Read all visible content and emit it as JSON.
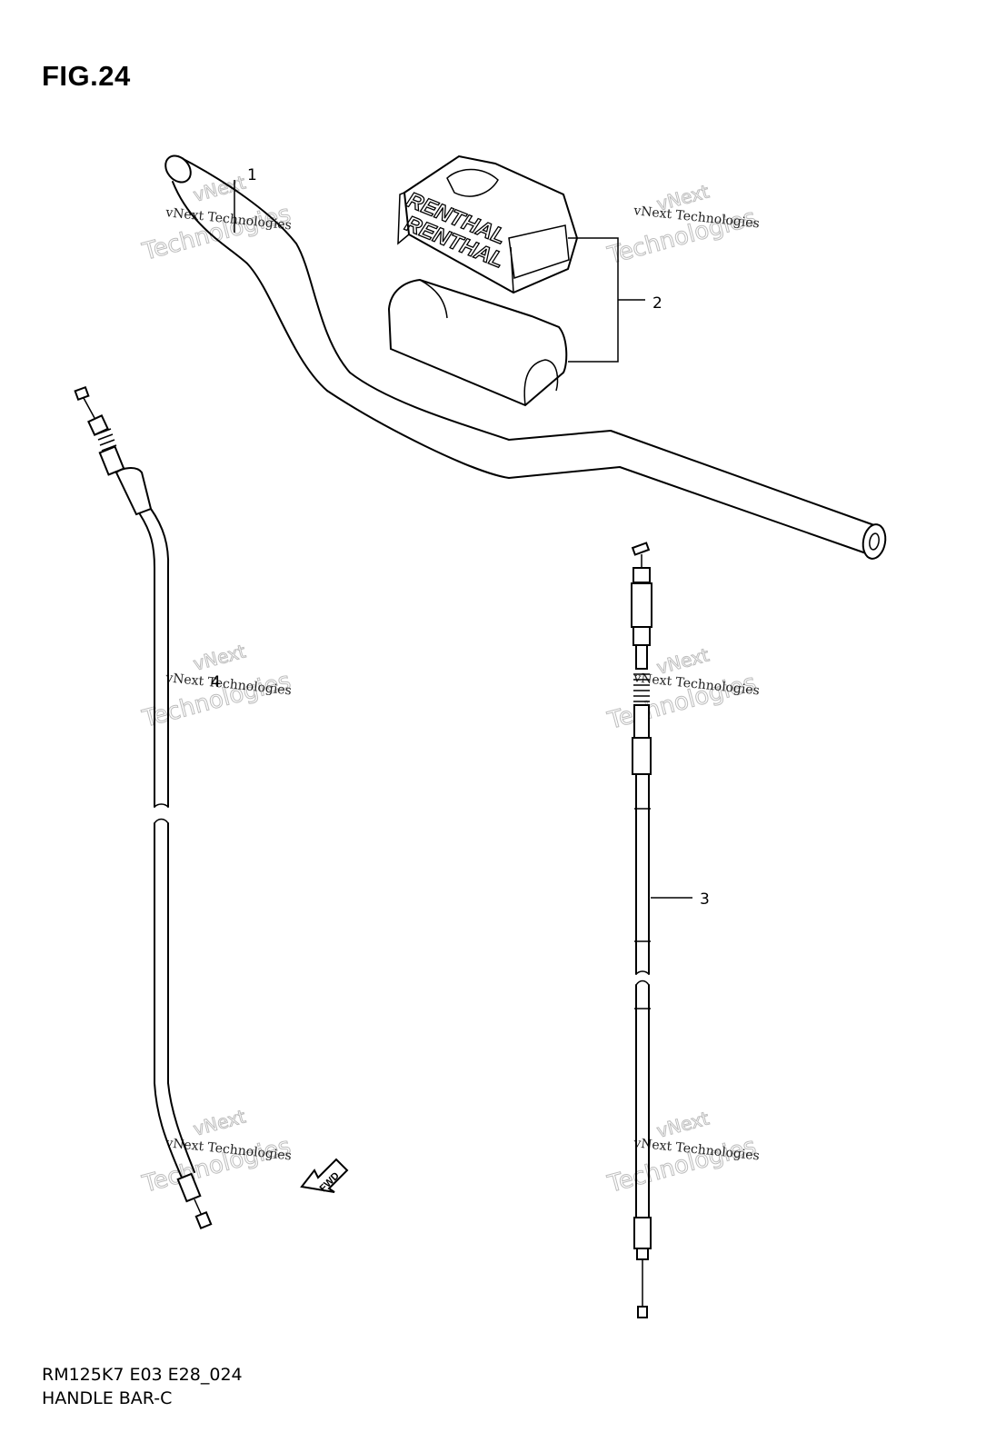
{
  "figure": {
    "title": "FIG.24",
    "model_code": "RM125K7 E03 E28_024",
    "section_name": "HANDLE BAR-C"
  },
  "callouts": [
    {
      "number": "1",
      "part": "handlebar"
    },
    {
      "number": "2",
      "part": "handlebar-pad"
    },
    {
      "number": "3",
      "part": "clutch-cable"
    },
    {
      "number": "4",
      "part": "throttle-cable"
    }
  ],
  "pad_logo": {
    "line1": "RENTHAL",
    "line2": "RENTHAL"
  },
  "direction_arrow": {
    "label": "FWD"
  },
  "watermark": {
    "line1": "vNext Technologies",
    "line2": "Technologies",
    "line3": "vNext"
  },
  "colors": {
    "ink": "#000000",
    "watermark": "#bdbdbd",
    "background": "#ffffff"
  }
}
